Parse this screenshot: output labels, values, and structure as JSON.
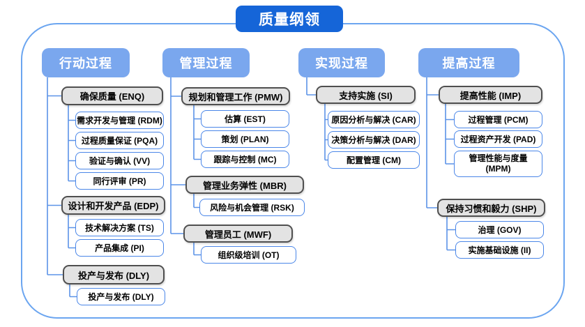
{
  "title": "质量纲领",
  "colors": {
    "title_bg": "#1565d8",
    "header_bg": "#7aa7ee",
    "group_fill": "#e3e3e3",
    "group_border": "#4f4f4f",
    "leaf_border": "#4a86e8",
    "connector": "#5b93e8",
    "container_border": "#6ba5f0"
  },
  "columns": [
    {
      "label": "行动过程",
      "groups": [
        {
          "label": "确保质量 (ENQ)",
          "children": [
            "需求开发与管理 (RDM)",
            "过程质量保证 (PQA)",
            "验证与确认 (VV)",
            "同行评审 (PR)"
          ]
        },
        {
          "label": "设计和开发产品 (EDP)",
          "children": [
            "技术解决方案 (TS)",
            "产品集成 (PI)"
          ]
        },
        {
          "label": "投产与发布 (DLY)",
          "children": [
            "投产与发布 (DLY)"
          ]
        }
      ]
    },
    {
      "label": "管理过程",
      "groups": [
        {
          "label": "规划和管理工作 (PMW)",
          "children": [
            "估算 (EST)",
            "策划 (PLAN)",
            "跟踪与控制 (MC)"
          ]
        },
        {
          "label": "管理业务弹性 (MBR)",
          "children": [
            "风险与机会管理 (RSK)"
          ]
        },
        {
          "label": "管理员工 (MWF)",
          "children": [
            "组织级培训 (OT)"
          ]
        }
      ]
    },
    {
      "label": "实现过程",
      "groups": [
        {
          "label": "支持实施 (SI)",
          "children": [
            "原因分析与解决 (CAR)",
            "决策分析与解决 (DAR)",
            "配置管理 (CM)"
          ]
        }
      ]
    },
    {
      "label": "提高过程",
      "groups": [
        {
          "label": "提高性能 (IMP)",
          "children": [
            "过程管理 (PCM)",
            "过程资产开发 (PAD)",
            "管理性能与度量 (MPM)"
          ]
        },
        {
          "label": "保持习惯和毅力 (SHP)",
          "children": [
            "治理 (GOV)",
            "实施基础设施 (II)"
          ]
        }
      ]
    }
  ]
}
